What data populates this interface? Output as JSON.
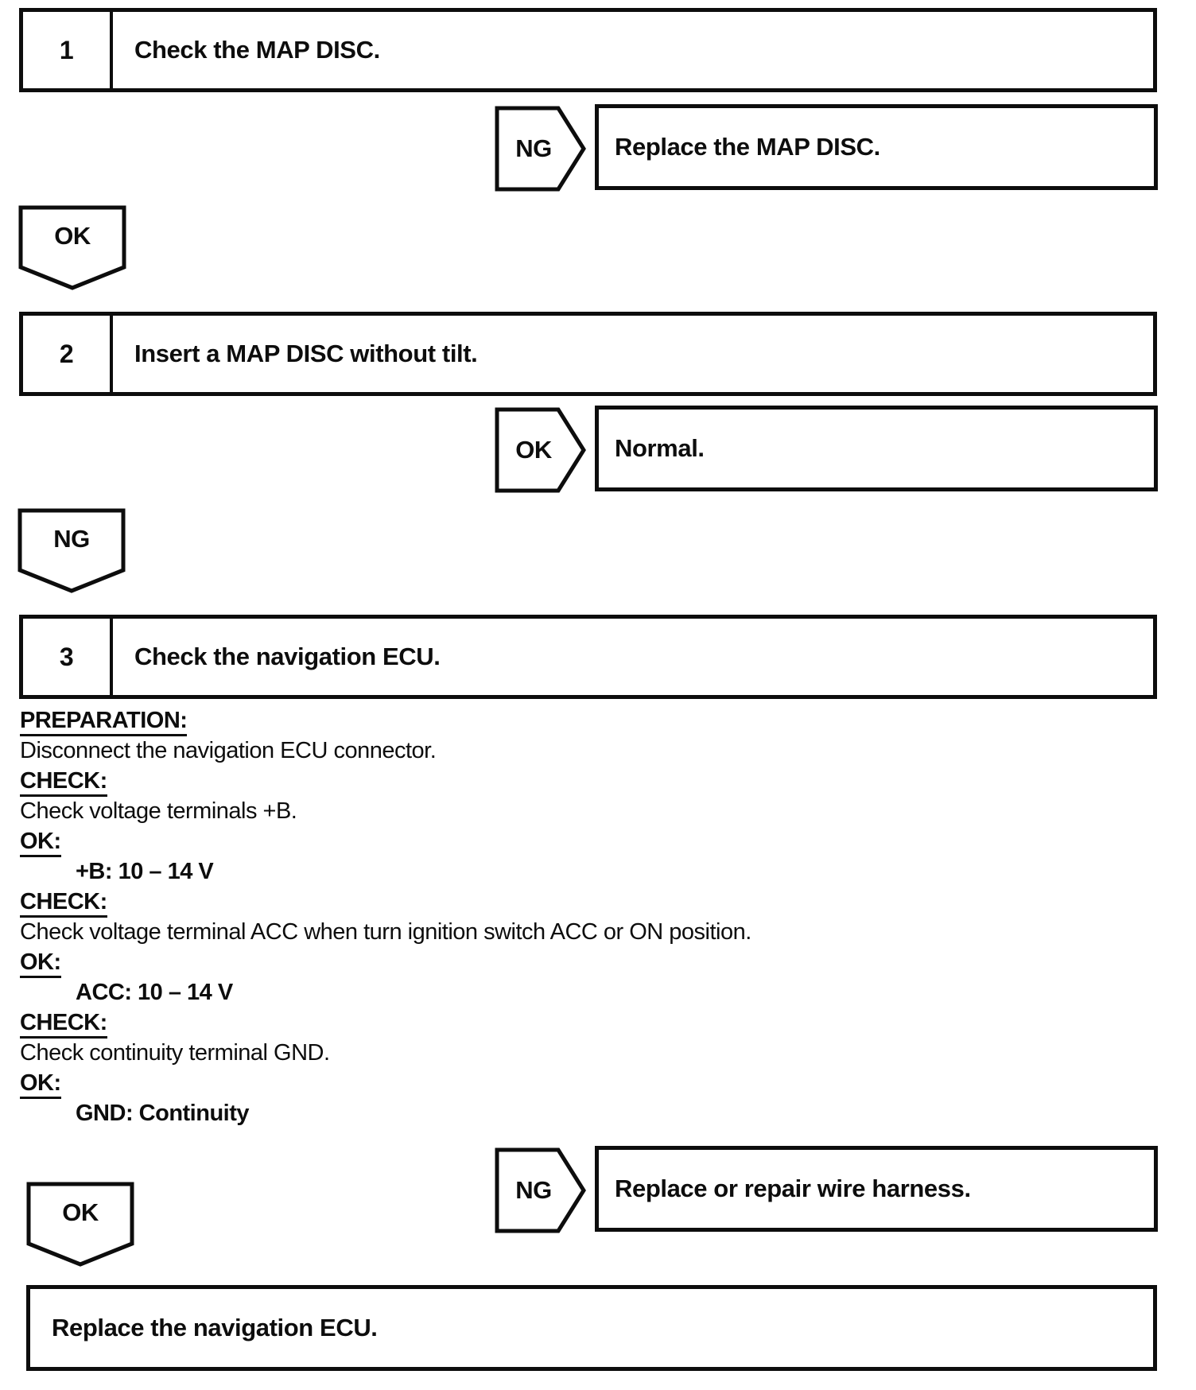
{
  "flowchart": {
    "steps": [
      {
        "number": "1",
        "title": "Check the MAP DISC."
      },
      {
        "number": "2",
        "title": "Insert a MAP DISC without tilt."
      },
      {
        "number": "3",
        "title": "Check the navigation ECU."
      }
    ],
    "branches": [
      {
        "label": "NG",
        "result": "Replace the MAP DISC."
      },
      {
        "label": "OK",
        "result": "Normal."
      },
      {
        "label": "NG",
        "result": "Replace or repair wire harness."
      }
    ],
    "connectors": [
      {
        "label": "OK"
      },
      {
        "label": "NG"
      },
      {
        "label": "OK"
      }
    ],
    "final_action": "Replace the navigation ECU."
  },
  "procedure": {
    "lines": [
      {
        "type": "label",
        "text": "PREPARATION:"
      },
      {
        "type": "body",
        "text": "Disconnect the navigation ECU connector."
      },
      {
        "type": "label",
        "text": "CHECK:"
      },
      {
        "type": "body",
        "text": "Check voltage terminals +B."
      },
      {
        "type": "label",
        "text": "OK:"
      },
      {
        "type": "value",
        "text": "+B: 10 – 14 V"
      },
      {
        "type": "label",
        "text": "CHECK:"
      },
      {
        "type": "body",
        "text": "Check voltage terminal ACC when turn ignition switch ACC or ON position."
      },
      {
        "type": "label",
        "text": "OK:"
      },
      {
        "type": "value",
        "text": "ACC: 10 – 14 V"
      },
      {
        "type": "label",
        "text": "CHECK:"
      },
      {
        "type": "body",
        "text": "Check continuity terminal GND."
      },
      {
        "type": "label",
        "text": "OK:"
      },
      {
        "type": "value",
        "text": "GND: Continuity"
      }
    ]
  },
  "colors": {
    "ink": "#0d0d0d",
    "paper": "#ffffff"
  }
}
